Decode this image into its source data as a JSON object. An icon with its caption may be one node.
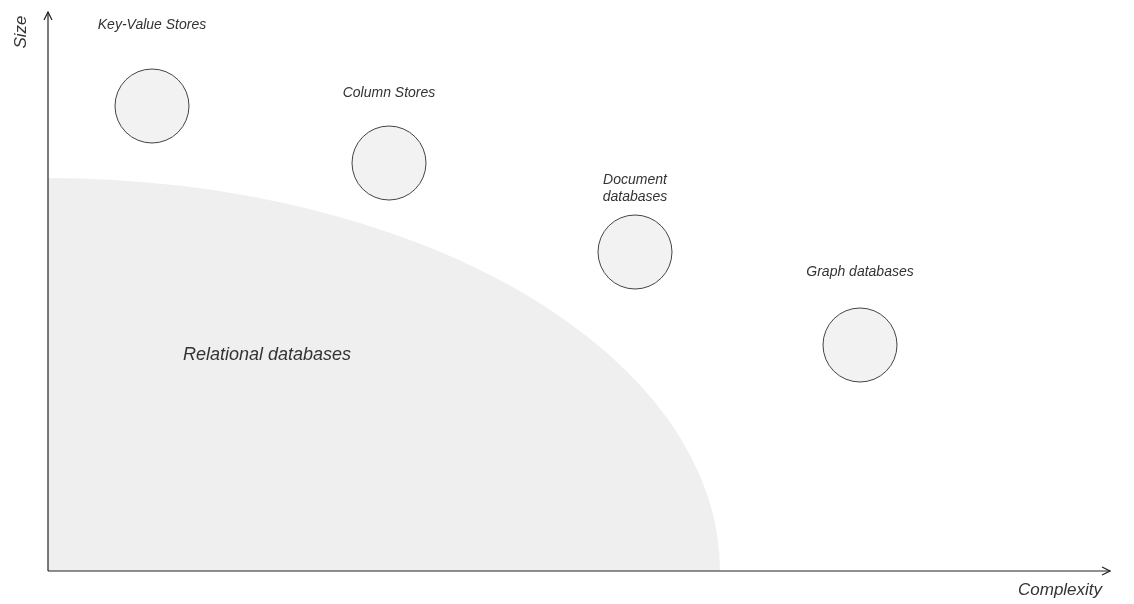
{
  "diagram": {
    "nodes": [
      {
        "text": [
          "Relational databases"
        ]
      },
      {
        "text": [
          "Key-Value Stores"
        ]
      },
      {
        "text": [
          "Column Stores"
        ]
      },
      {
        "text": [
          "Document databases"
        ]
      },
      {
        "text": [
          "Graph databases"
        ]
      }
    ],
    "labels": [
      "Size",
      "Complexity"
    ]
  }
}
